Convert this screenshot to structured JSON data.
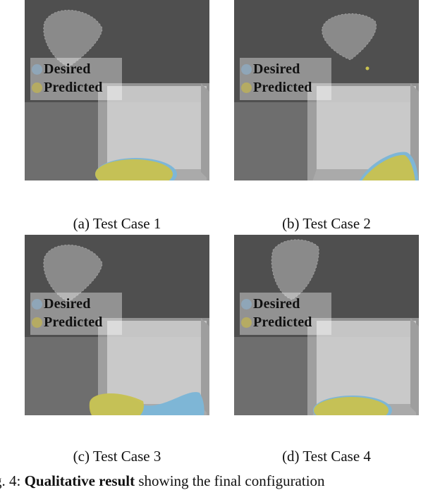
{
  "legend": {
    "desired_label": "Desired",
    "predicted_label": "Predicted",
    "desired_color": "#8fa6b8",
    "predicted_color": "#b5ab63"
  },
  "colors": {
    "sky": "#4f4f4f",
    "floor": "#6e6e6e",
    "container_wall": "#c9c9c9",
    "container_floor": "#aaaaaa",
    "granules_cloud": "#8a8a8a",
    "predicted_particles": "#c9c24f",
    "desired_particles": "#7eb6d6"
  },
  "panels": [
    {
      "caption": "(a) Test Case 1"
    },
    {
      "caption": "(b) Test Case 2"
    },
    {
      "caption": "(c) Test Case 3"
    },
    {
      "caption": "(d) Test Case 4"
    }
  ],
  "figure_caption": {
    "prefix": "g. 4: ",
    "bold": "Qualitative result",
    "suffix": " showing the final configuration"
  }
}
